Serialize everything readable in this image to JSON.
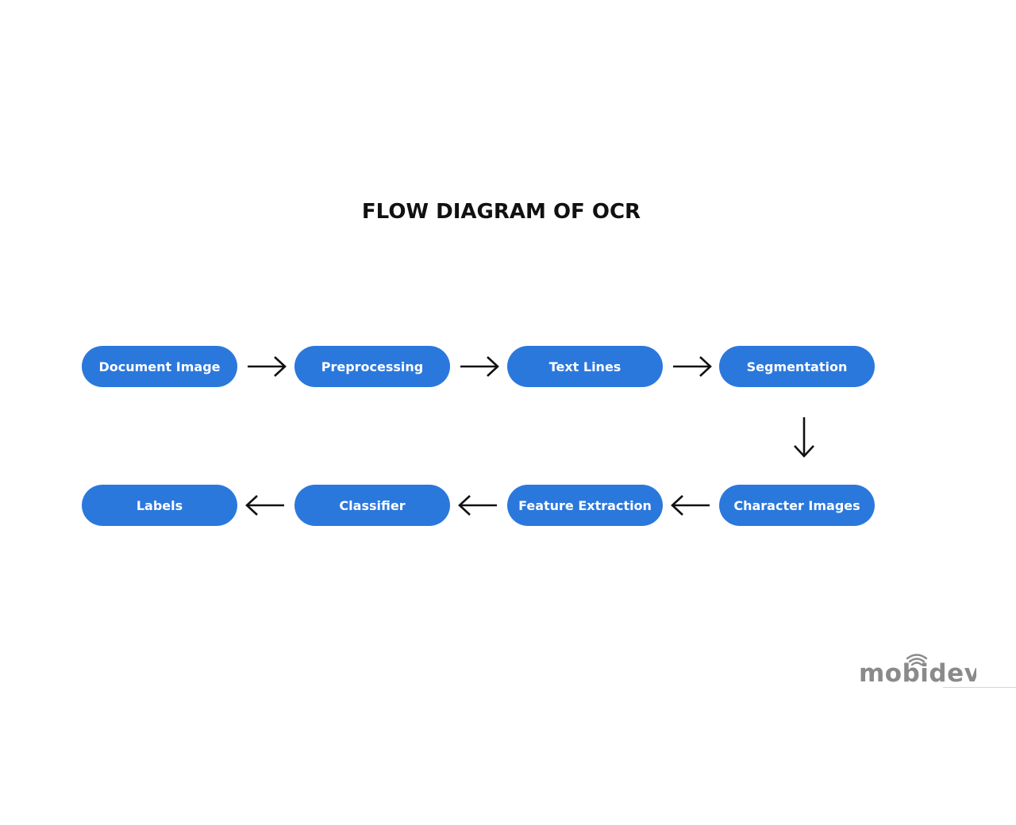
{
  "title": "FLOW DIAGRAM OF OCR",
  "node_color": "#2b78dd",
  "nodes": {
    "document_image": "Document Image",
    "preprocessing": "Preprocessing",
    "text_lines": "Text Lines",
    "segmentation": "Segmentation",
    "character_images": "Character Images",
    "feature_extraction": "Feature Extraction",
    "classifier": "Classifier",
    "labels": "Labels"
  },
  "logo": {
    "text": "mobidev",
    "color": "#8a8a8a"
  }
}
